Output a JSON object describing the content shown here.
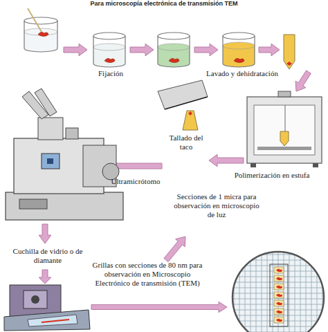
{
  "diagram": {
    "title": "Para microscopía electrónica de transmisión TEM",
    "labels": [
      "Fijación",
      "Lavado y dehidratación",
      "Polimerización en estufa",
      "Tallado del taco",
      "Ultramicrótomo",
      "Secciones de 1 micra para observación en microscopio de luz",
      "Cuchilla de vidrio o de diamante",
      "Grillas con secciones de 80 nm para observación en Microscopio Electrónico de transmisión (TEM)"
    ]
  }
}
